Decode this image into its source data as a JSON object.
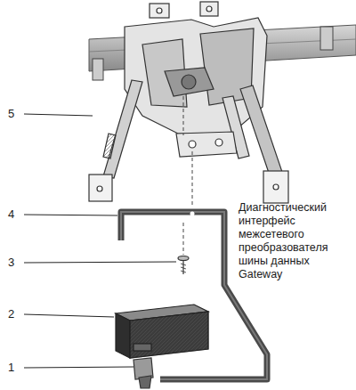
{
  "diagram": {
    "labels": [
      "5",
      "4",
      "Диагностический интерфейс межсетевого преобразователя шины данных Gateway",
      "3",
      "2",
      "1"
    ]
  }
}
